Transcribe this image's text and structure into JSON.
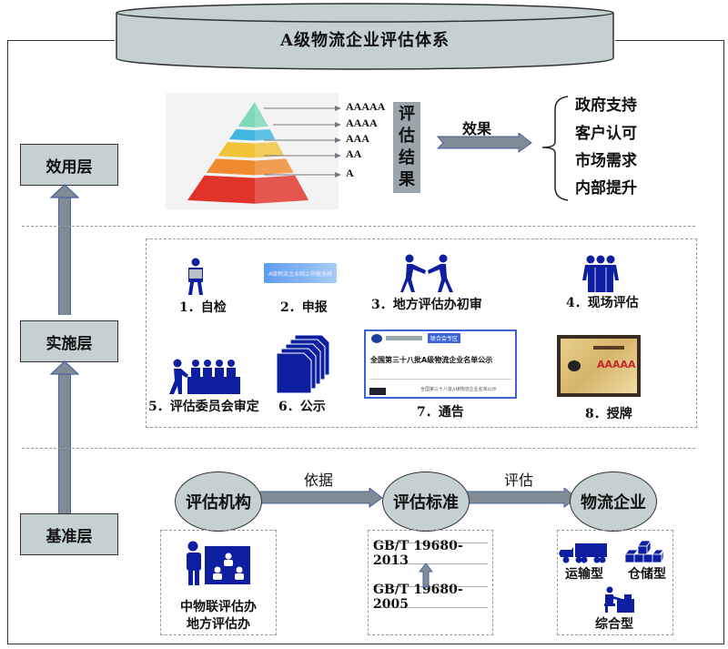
{
  "title": "A级物流企业评估体系",
  "layers": {
    "effect": "效用层",
    "implementation": "实施层",
    "foundation": "基准层"
  },
  "effect_section": {
    "grades": [
      "AAAAA",
      "AAAA",
      "AAA",
      "AA",
      "A"
    ],
    "grade_colors": [
      "#7fd9b8",
      "#3fb7e0",
      "#f2c43a",
      "#f08a2e",
      "#e0332a"
    ],
    "result_label": [
      "评",
      "估",
      "结",
      "果"
    ],
    "arrow_label": "效果",
    "effects": [
      "政府支持",
      "客户认可",
      "市场需求",
      "内部提升"
    ]
  },
  "implementation_section": {
    "steps": [
      {
        "label": "1．自检",
        "icon": "person-reading-icon"
      },
      {
        "label": "2．申报",
        "icon": "online-application-banner",
        "banner_text": "A级物流企业网上申报系统"
      },
      {
        "label": "3．地方评估办初审",
        "icon": "handshake-people-icon"
      },
      {
        "label": "4．现场评估",
        "icon": "group-people-icon"
      },
      {
        "label": "5．评估委员会审定",
        "icon": "committee-meeting-icon"
      },
      {
        "label": "6．公示",
        "icon": "documents-stack-icon"
      },
      {
        "label": "7．通告",
        "icon": "notice-webpage-screenshot",
        "notice_badge": "联合会专区",
        "notice_title": "全国第三十八批A级物流企业名单公示",
        "notice_footer": "全国第三十八批A级物流企业名单公示"
      },
      {
        "label": "8．授牌",
        "icon": "award-plaque-image",
        "plaque_text": "AAAAA"
      }
    ]
  },
  "foundation_section": {
    "nodes": [
      "评估机构",
      "评估标准",
      "物流企业"
    ],
    "arrow_labels": [
      "依据",
      "评估"
    ],
    "agency_lines": [
      "中物联评估办",
      "地方评估办"
    ],
    "standards": [
      "GB/T 19680-2013",
      "GB/T 19680-2005"
    ],
    "enterprise_types": [
      "运输型",
      "仓储型",
      "综合型"
    ]
  },
  "colors": {
    "box_fill": "#c5d0d2",
    "arrow_fill": "#7f8c95",
    "icon_blue": "#0d1fa0",
    "dash": "#999999"
  }
}
